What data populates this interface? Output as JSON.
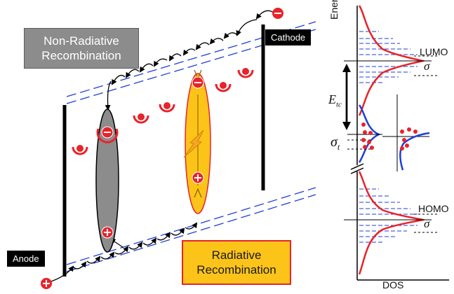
{
  "labels": {
    "nonradiative_line1": "Non-Radiative",
    "nonradiative_line2": "Recombination",
    "radiative_line1": "Radiative",
    "radiative_line2": "Recombination",
    "cathode": "Cathode",
    "anode": "Anode",
    "energy_axis": "Energy",
    "dos_axis": "DOS",
    "lumo": "LUMO",
    "homo": "HOMO",
    "sigma": "σ",
    "sigma_t": "σ",
    "sigma_t_sub": "t",
    "etc": "E",
    "etc_sub": "tc"
  },
  "colors": {
    "electron": "#e8232a",
    "hole": "#e8232a",
    "transport_line": "#1f3fd6",
    "dos_curve": "#e8232a",
    "trap_curve": "#1f3fd6",
    "exciton_radiative": "#fcc419",
    "exciton_nonradiative": "#8c8c8c",
    "lightning": "#f5a623"
  },
  "icons": [
    "electron-icon",
    "hole-icon",
    "trapped-charge-icon",
    "lightning-icon",
    "arrow-icon"
  ]
}
